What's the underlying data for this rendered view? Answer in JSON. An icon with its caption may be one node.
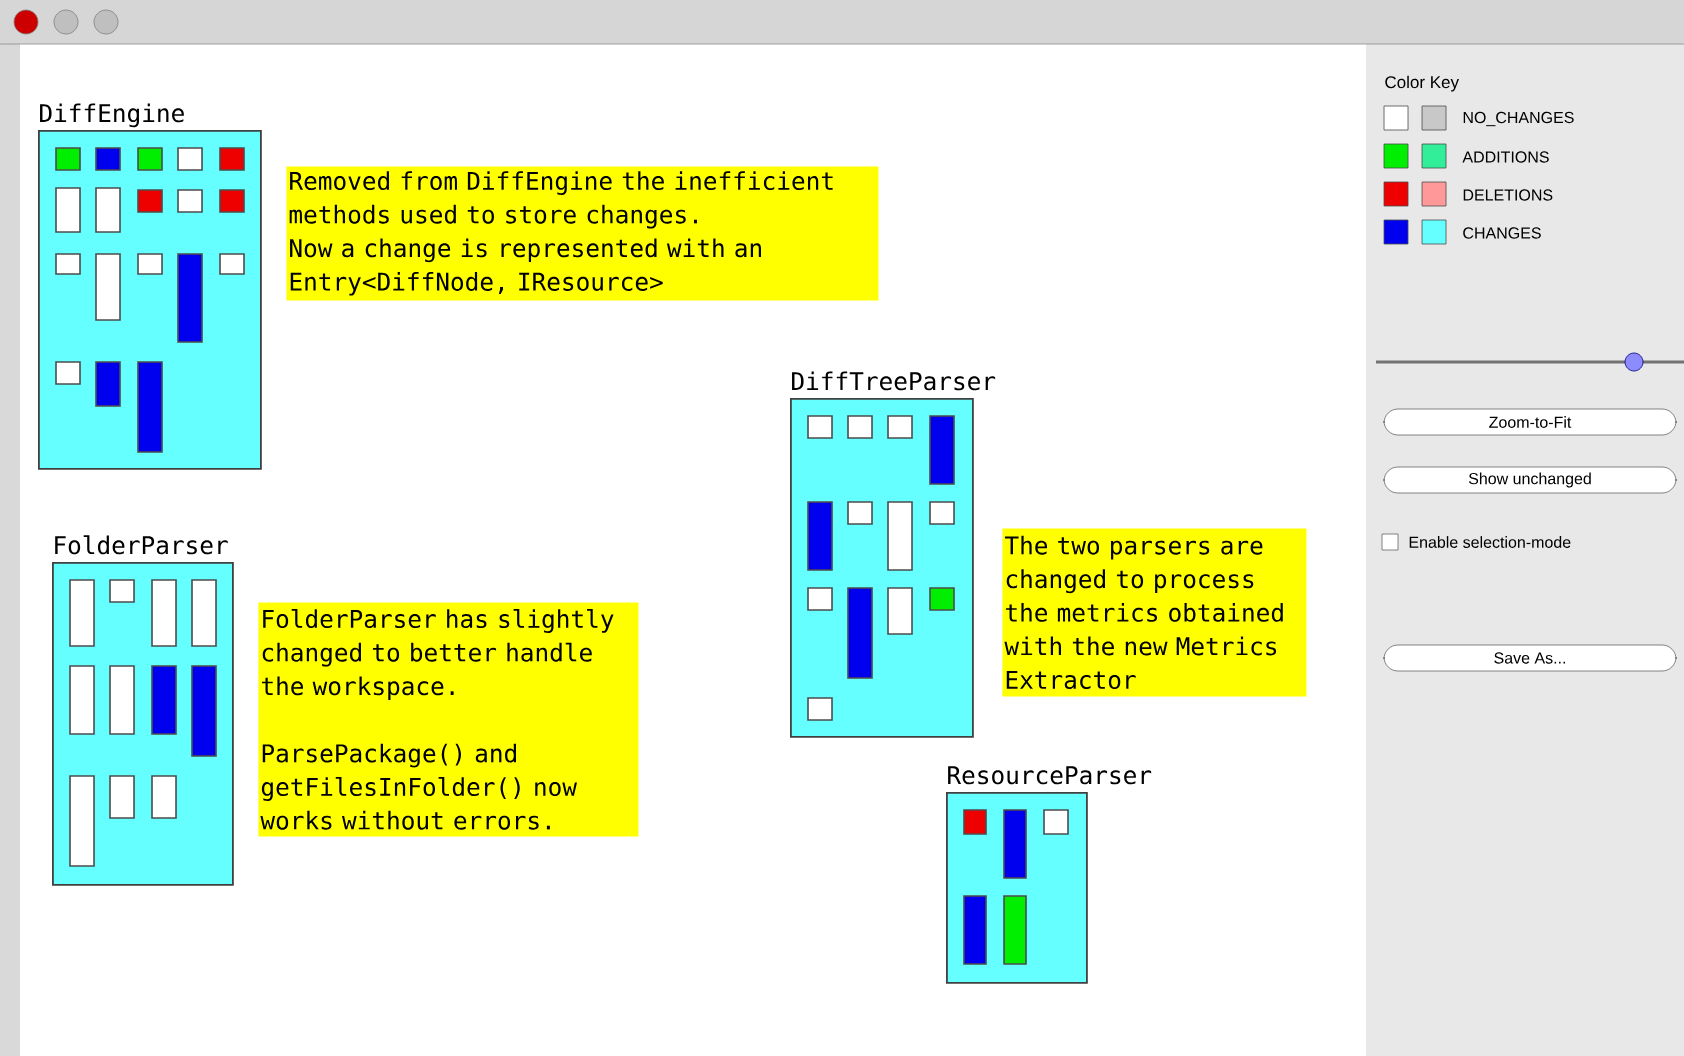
{
  "diagram": {
    "nodes": [
      {
        "text": [
          "DiffEngine"
        ]
      },
      {
        "text": [
          "Removed from DiffEngine the inefficient methods used to store changes.",
          "Now a change is represented with an Entry<DiffNode, IResource>"
        ]
      },
      {
        "text": [
          "FolderParser"
        ]
      },
      {
        "text": [
          "FolderParser has slightly changed to better handle the workspace.",
          "ParsePackage() and getFilesInFolder() now works without errors."
        ]
      },
      {
        "text": [
          "DiffTreeParser"
        ]
      },
      {
        "text": [
          "The two parsers are changed to process the metrics obtained with the new Metrics Extractor"
        ]
      },
      {
        "text": [
          "ResourceParser"
        ]
      }
    ],
    "labels": [
      "Color Key",
      "Zoom-to-Fit",
      "Show unchanged",
      "Enable selection-mode",
      "Save As..."
    ],
    "legend": [
      {
        "text": "NO_CHANGES",
        "color": "#ffffff"
      },
      {
        "text": "ADDITIONS",
        "color": "#00ee00"
      },
      {
        "text": "DELETIONS",
        "color": "#ee0000"
      },
      {
        "text": "CHANGES",
        "color": "#0000ee"
      }
    ]
  }
}
